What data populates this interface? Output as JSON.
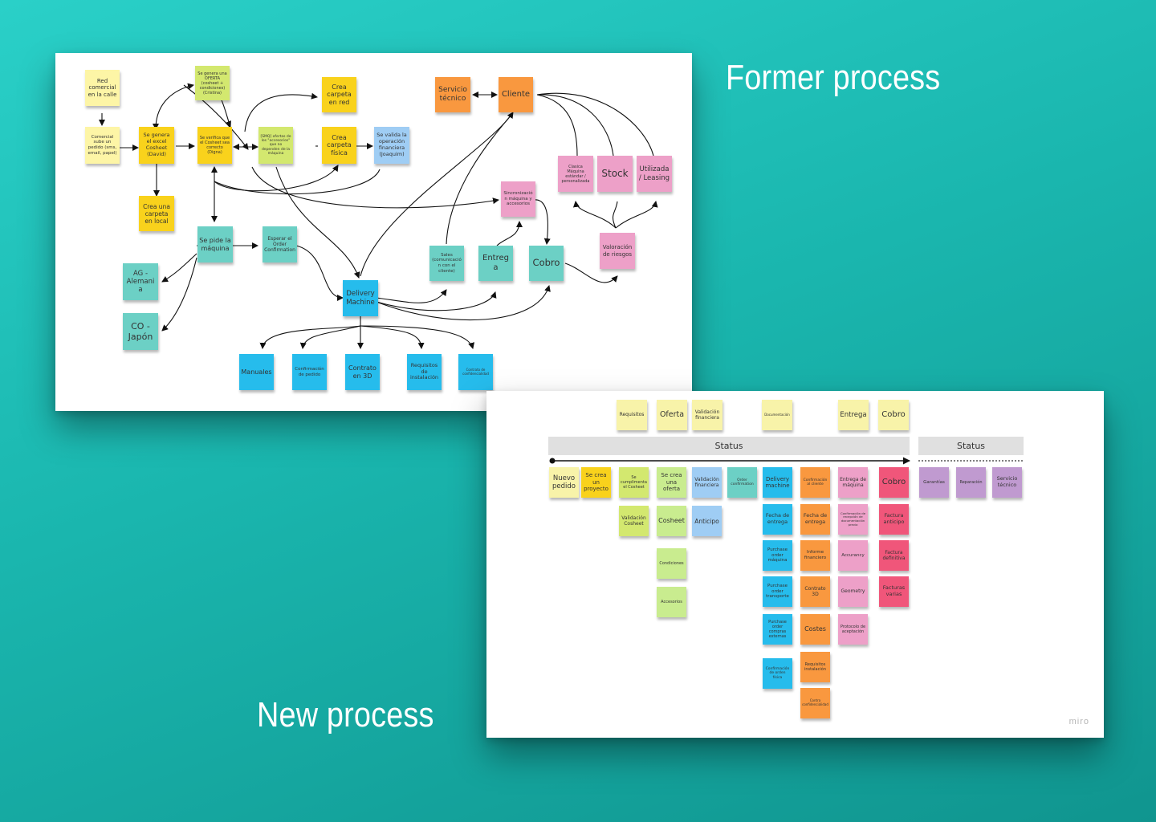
{
  "captions": {
    "former": "Former process",
    "new": "New process"
  },
  "former": {
    "notes": {
      "red_comercial": "Red comercial en la calle",
      "comercial_sube": "Comercial sube un pedido (sms, email, papel)",
      "excel_cosheet": "Se genera el excel Cosheet (David)",
      "crea_local": "Crea una carpeta en local",
      "oferta": "Se genera una OFERTA (cosheet + condiciones) (Cristina)",
      "verifica": "Se verifica que el Cosheet sea correcto (Digna)",
      "smq": "[SMQ] ofertas de los \"accesorios\" que no dependen de la máquina",
      "crea_red": "Crea carpeta en red",
      "crea_fisica": "Crea carpeta física",
      "valida_fin": "Se valida la operación financiera (Joaquim)",
      "servicio": "Servicio técnico",
      "cliente": "Cliente",
      "clasica": "Clasica Máquina estándar / personalizada",
      "stock": "Stock",
      "utilizada": "Utilizada / Leasing",
      "sincron": "Sincronización máquina y accesorios",
      "valoracion": "Valoración de riesgos",
      "pide": "Se pide la máquina",
      "esperar": "Esperar el Order Confirmation",
      "ag": "AG - Alemani a",
      "co": "CO - Japón",
      "delivery": "Delivery Machine",
      "sales": "Sales (comunicación con el cliente)",
      "entrega": "Entrega",
      "cobro": "Cobro",
      "manuales": "Manuales",
      "confirmacion": "Confirmación de pedido",
      "contrato": "Contrato en 3D",
      "requisitos": "Requisitos de instalación",
      "contrato_conf": "Contrato de confidencialidad"
    }
  },
  "new": {
    "top": {
      "requisitos": "Requisitos",
      "oferta": "Oferta",
      "validacion": "Validación financiera",
      "documentacion": "Documentación",
      "entrega": "Entrega",
      "cobro": "Cobro"
    },
    "status_left": "Status",
    "status_right": "Status",
    "columns": {
      "nuevo": "Nuevo pedido",
      "proyecto": "Se crea un proyecto",
      "cumplimenta": "Se cumplimenta el Cosheet",
      "validacion_cosheet": "Validación Cosheet",
      "crea_oferta": "Se crea una oferta",
      "cosheet": "Cosheet",
      "condiciones": "Condiciones",
      "accesorios": "Accesorios",
      "val_fin": "Validación financiera",
      "anticipo": "Anticipo",
      "order_conf": "Order confirmation",
      "delivery": "Delivery machine",
      "fecha_entrega_b": "Fecha de entrega",
      "purchase_maquina": "Purchase order máquina",
      "purchase_transporte": "Purchase order transporte",
      "purchase_compras": "Purchase order compras externas",
      "conf_fisica": "Confirmación de orden física",
      "conf_cliente": "Confirmación al cliente",
      "fecha_entrega_o": "Fecha de entrega",
      "informe": "Informe financiero",
      "contrato3d": "Contrato 3D",
      "costes": "Costes",
      "req_inst": "Requisitos instalación",
      "contra_conf": "Contra confidencialidad",
      "entrega_maquina": "Entrega de máquina",
      "conf_recepcion": "Confirmación de recepción de documentación previa",
      "accuracy": "Accurancy",
      "geometry": "Geometry",
      "protocolo": "Protocolo de aceptación",
      "cobro": "Cobro",
      "factura_anticipo": "Factura anticipo",
      "factura_def": "Factura definitiva",
      "facturas_varias": "Facturas varias",
      "garantias": "Garantías",
      "reparacion": "Reparación",
      "servicio": "Servicio técnico"
    },
    "watermark": "miro"
  },
  "colors": {
    "background": "#1ab6ae",
    "yellow": "#f9d21c",
    "light_yellow": "#fdf5a6",
    "orange": "#f9983f",
    "pink": "#eda0c8",
    "teal": "#6cd0c5",
    "blue": "#26bcec",
    "red": "#f0567a",
    "purple": "#c09ad0",
    "lime": "#d3e86f"
  }
}
